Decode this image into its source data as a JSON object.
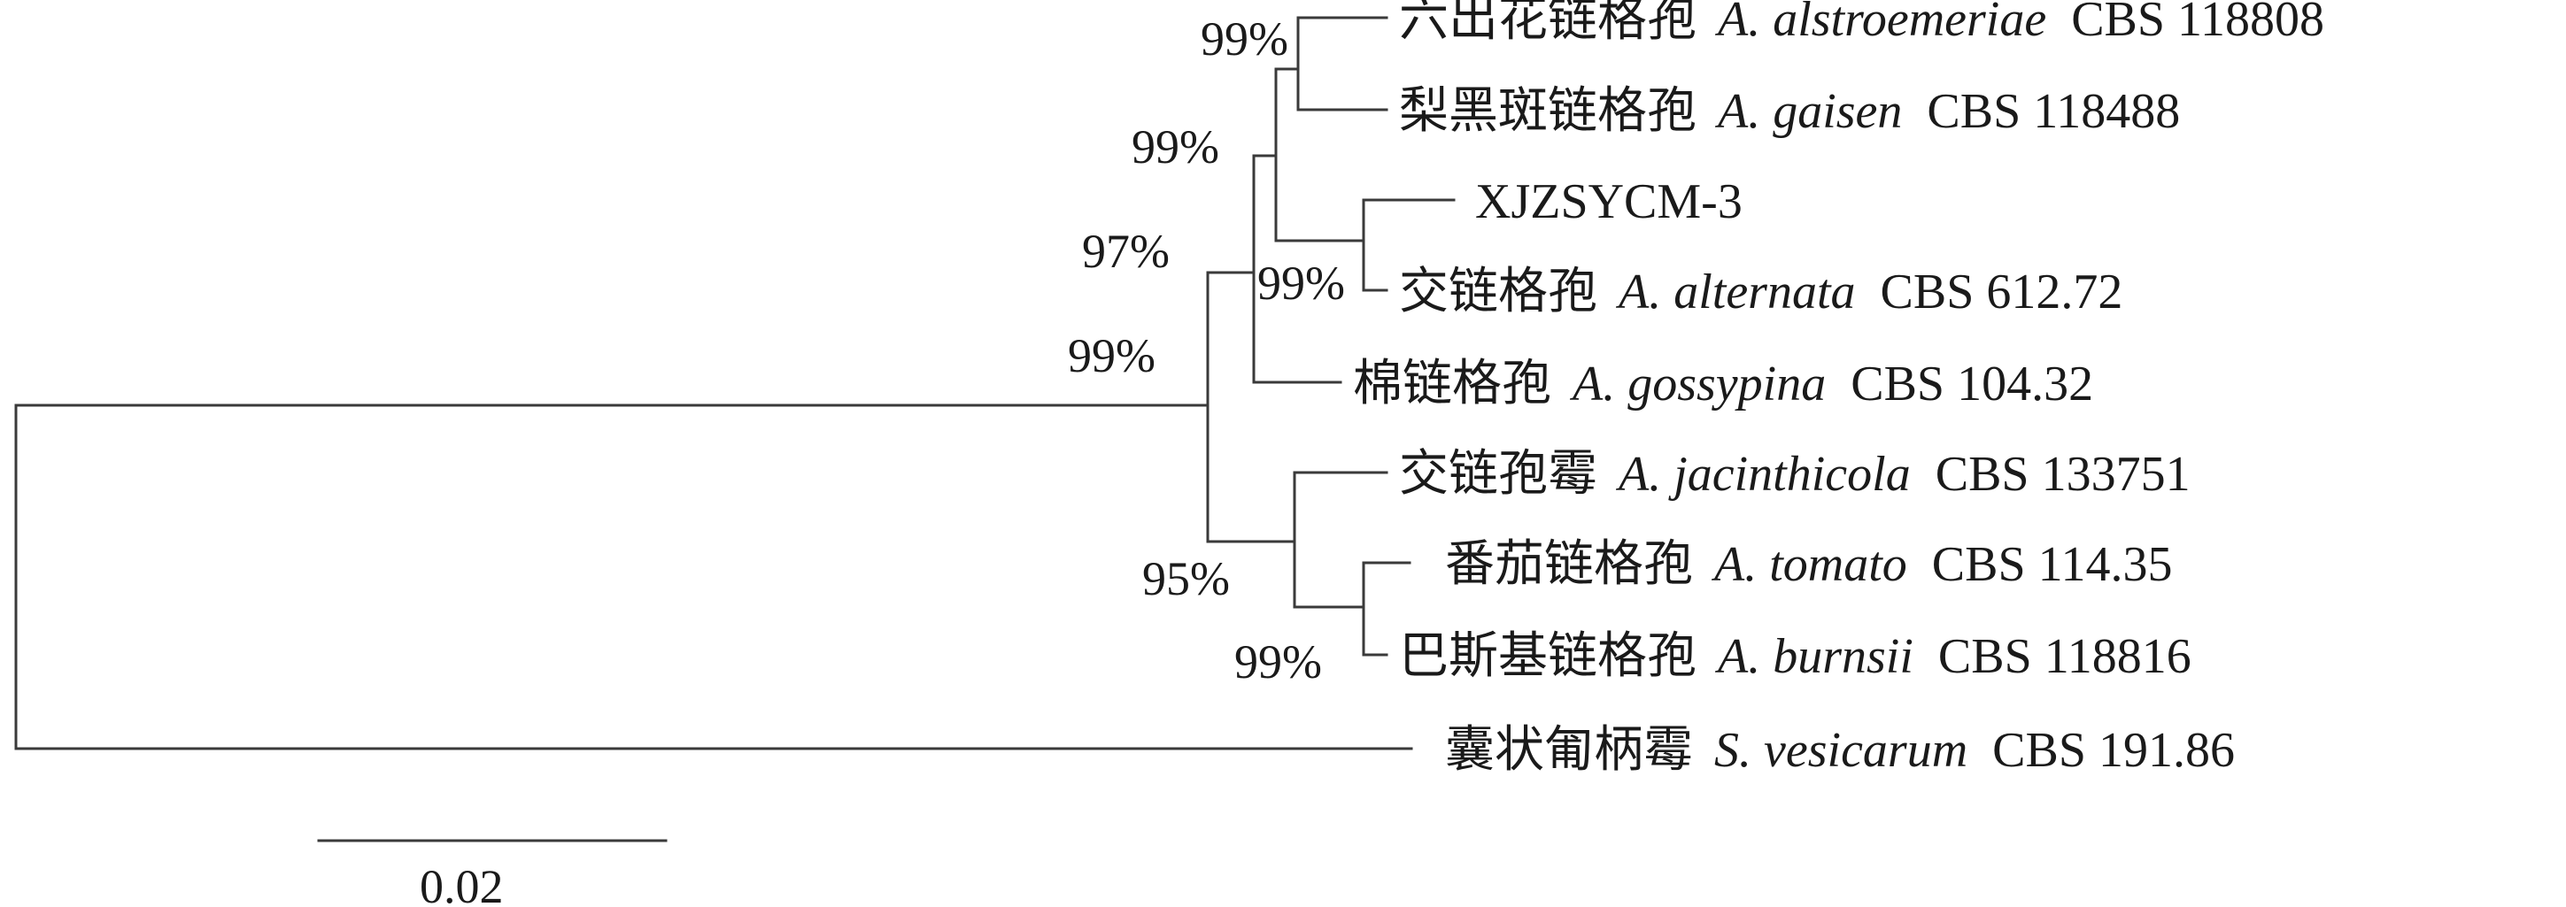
{
  "tree": {
    "taxa": [
      {
        "id": "t1",
        "cn": "六出花链格孢",
        "species": "A. alstroemeriae",
        "strain": "CBS 118808"
      },
      {
        "id": "t2",
        "cn": "梨黑斑链格孢",
        "species": "A. gaisen",
        "strain": "CBS 118488"
      },
      {
        "id": "t3",
        "cn": "",
        "species": "",
        "strain": "XJZSYCM-3"
      },
      {
        "id": "t4",
        "cn": "交链格孢",
        "species": "A. alternata",
        "strain": "CBS 612.72"
      },
      {
        "id": "t5",
        "cn": "棉链格孢",
        "species": "A. gossypina",
        "strain": "CBS 104.32"
      },
      {
        "id": "t6",
        "cn": "交链孢霉",
        "species": "A. jacinthicola",
        "strain": "CBS 133751"
      },
      {
        "id": "t7",
        "cn": "番茄链格孢",
        "species": "A. tomato",
        "strain": "CBS 114.35"
      },
      {
        "id": "t8",
        "cn": "巴斯基链格孢",
        "species": "A. burnsii",
        "strain": "CBS 118816"
      },
      {
        "id": "t9",
        "cn": "囊状匍柄霉",
        "species": "S. vesicarum",
        "strain": "CBS 191.86"
      }
    ],
    "bootstrap": {
      "alstroemeriae_gaisen": "99%",
      "clade_gossypina": "99%",
      "alternata_group": "97%",
      "alternaria_clade": "99%",
      "xjzsycm_alternata": "99%",
      "jacinthicola_clade": "95%",
      "tomato_burnsii": "99%"
    },
    "scale_bar_label": "0.02"
  }
}
